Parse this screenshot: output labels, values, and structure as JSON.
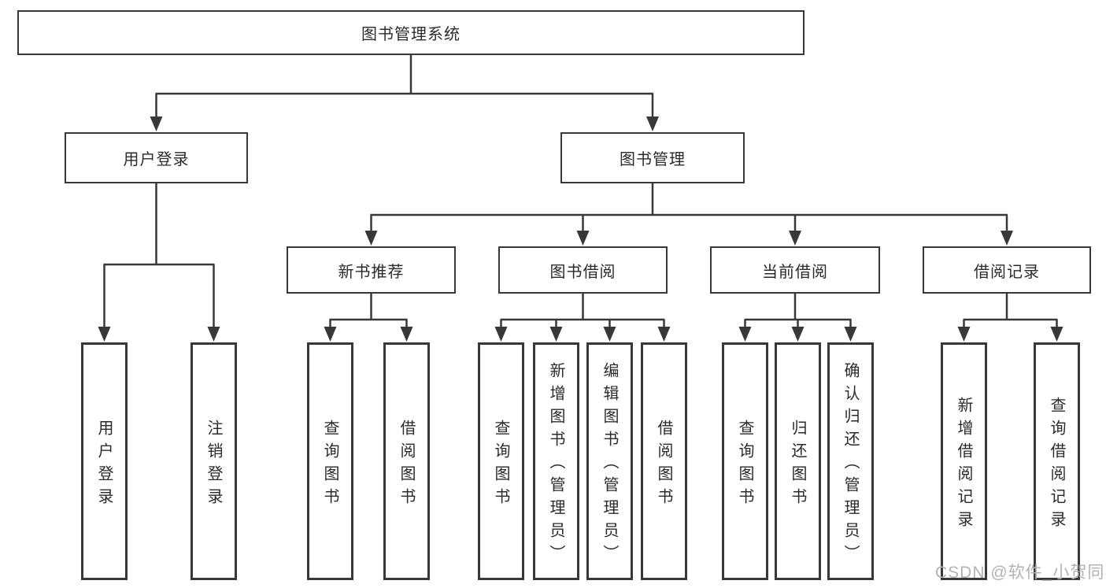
{
  "tree": {
    "root": "图书管理系统",
    "branches": [
      {
        "label": "用户登录",
        "children": [
          "用户登录",
          "注销登录"
        ]
      },
      {
        "label": "图书管理",
        "groups": [
          {
            "label": "新书推荐",
            "children": [
              "查询图书",
              "借阅图书"
            ]
          },
          {
            "label": "图书借阅",
            "children": [
              "查询图书",
              "新增图书（管理员）",
              "编辑图书（管理员）",
              "借阅图书"
            ]
          },
          {
            "label": "当前借阅",
            "children": [
              "查询图书",
              "归还图书",
              "确认归还（管理员）"
            ]
          },
          {
            "label": "借阅记录",
            "children": [
              "新增借阅记录",
              "查询借阅记录"
            ]
          }
        ]
      }
    ]
  },
  "watermark": {
    "text": "CSDN @软件_小贺同学"
  },
  "colors": {
    "line": "#383838",
    "text": "#2b2b2b",
    "watermark": "#b3b3b3",
    "background": "#ffffff"
  }
}
